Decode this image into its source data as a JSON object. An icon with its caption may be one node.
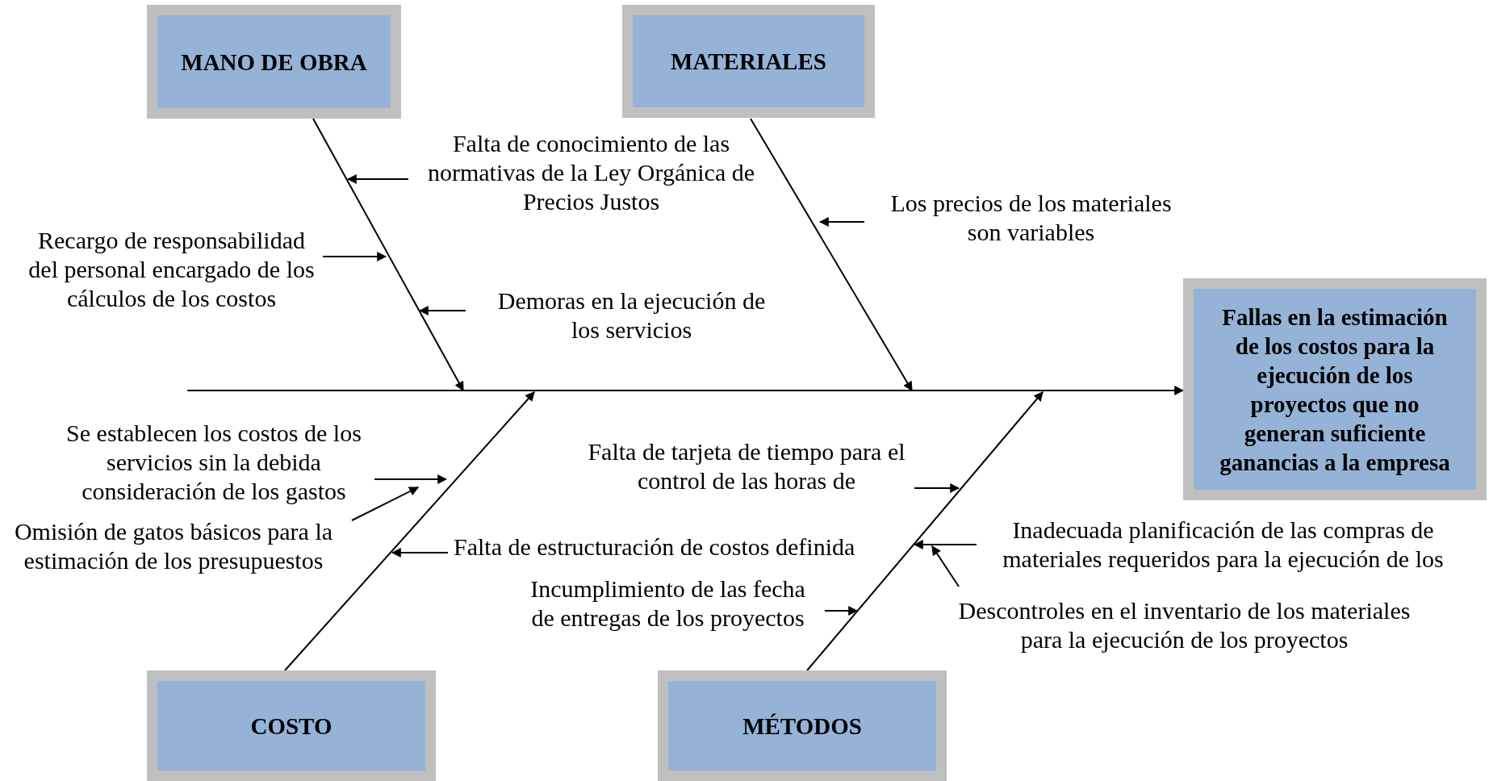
{
  "diagram": {
    "nodes": [
      {
        "text": [
          "MANO DE OBRA"
        ]
      },
      {
        "text": [
          "MATERIALES"
        ]
      },
      {
        "text": [
          "COSTO"
        ]
      },
      {
        "text": [
          "MÉTODOS"
        ]
      },
      {
        "text": [
          "Fallas en la estimación de los costos para la ejecución de los proyectos que no generan suficiente ganancias a la empresa"
        ]
      },
      {
        "text": [
          "Falta de conocimiento de las normativas de la Ley Orgánica de Precios Justos"
        ]
      },
      {
        "text": [
          "Recargo de responsabilidad del personal encargado de los cálculos de los costos"
        ]
      },
      {
        "text": [
          "Demoras en la ejecución de los servicios"
        ]
      },
      {
        "text": [
          "Los precios de los materiales son variables"
        ]
      },
      {
        "text": [
          "Se establecen los costos de los servicios sin la debida consideración de los gastos"
        ]
      },
      {
        "text": [
          "Omisión de gatos básicos para la estimación de los presupuestos"
        ]
      },
      {
        "text": [
          "Falta de estructuración de costos definida"
        ]
      },
      {
        "text": [
          "Falta de tarjeta de tiempo para el control de las horas de"
        ]
      },
      {
        "text": [
          "Incumplimiento de las fecha de entregas de los proyectos"
        ]
      },
      {
        "text": [
          "Inadecuada planificación de las compras de materiales requeridos para la ejecución de los"
        ]
      },
      {
        "text": [
          "Descontroles en el inventario de los materiales para la ejecución de los proyectos"
        ]
      }
    ],
    "edges": [
      {
        "from": null,
        "to": 4,
        "arrow": "to"
      },
      {
        "from": 0,
        "to": null,
        "arrow": "to"
      },
      {
        "from": 1,
        "to": null,
        "arrow": "to"
      },
      {
        "from": 2,
        "to": null,
        "arrow": "to"
      },
      {
        "from": 3,
        "to": null,
        "arrow": "to"
      },
      {
        "from": 5,
        "to": null,
        "arrow": "to"
      },
      {
        "from": 6,
        "to": null,
        "arrow": "to"
      },
      {
        "from": 7,
        "to": null,
        "arrow": "to"
      },
      {
        "from": 8,
        "to": null,
        "arrow": "to"
      },
      {
        "from": 9,
        "to": null,
        "arrow": "to"
      },
      {
        "from": 10,
        "to": null,
        "arrow": "to"
      },
      {
        "from": 11,
        "to": null,
        "arrow": "to"
      },
      {
        "from": 12,
        "to": null,
        "arrow": "to"
      },
      {
        "from": 13,
        "to": null,
        "arrow": "to"
      },
      {
        "from": 14,
        "to": null,
        "arrow": "to"
      },
      {
        "from": 15,
        "to": null,
        "arrow": "to"
      }
    ]
  }
}
